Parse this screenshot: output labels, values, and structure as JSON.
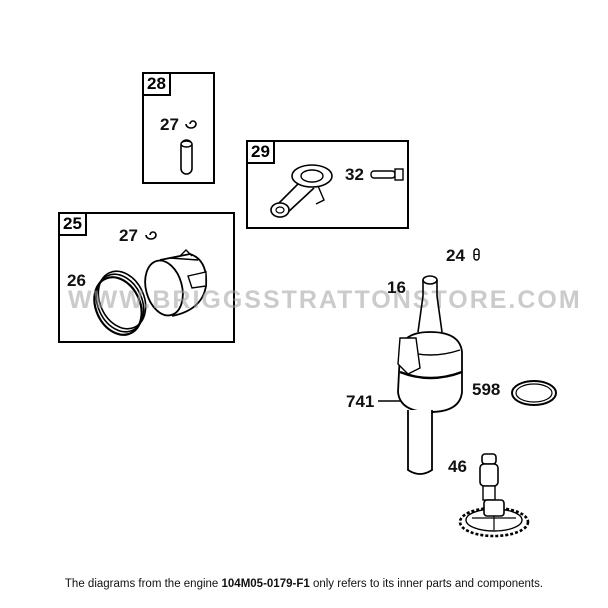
{
  "diagram": {
    "boxes": [
      {
        "id": "28",
        "contains": [
          "27",
          "pin"
        ]
      },
      {
        "id": "29",
        "contains": [
          "32",
          "connecting-rod"
        ]
      },
      {
        "id": "25",
        "contains": [
          "27",
          "26",
          "piston"
        ]
      }
    ],
    "labels": {
      "b28": "28",
      "b28_27": "27",
      "b29": "29",
      "b29_32": "32",
      "b25": "25",
      "b25_27": "27",
      "b25_26": "26",
      "p24": "24",
      "p16": "16",
      "p741": "741",
      "p598": "598",
      "p46": "46"
    },
    "watermark": "WWW.BRIGGSSTRATTONSTORE.COM"
  },
  "footer": {
    "prefix": "The diagrams from the engine ",
    "engine_model": "104M05-0179-F1",
    "suffix": " only refers to its inner parts and components."
  }
}
